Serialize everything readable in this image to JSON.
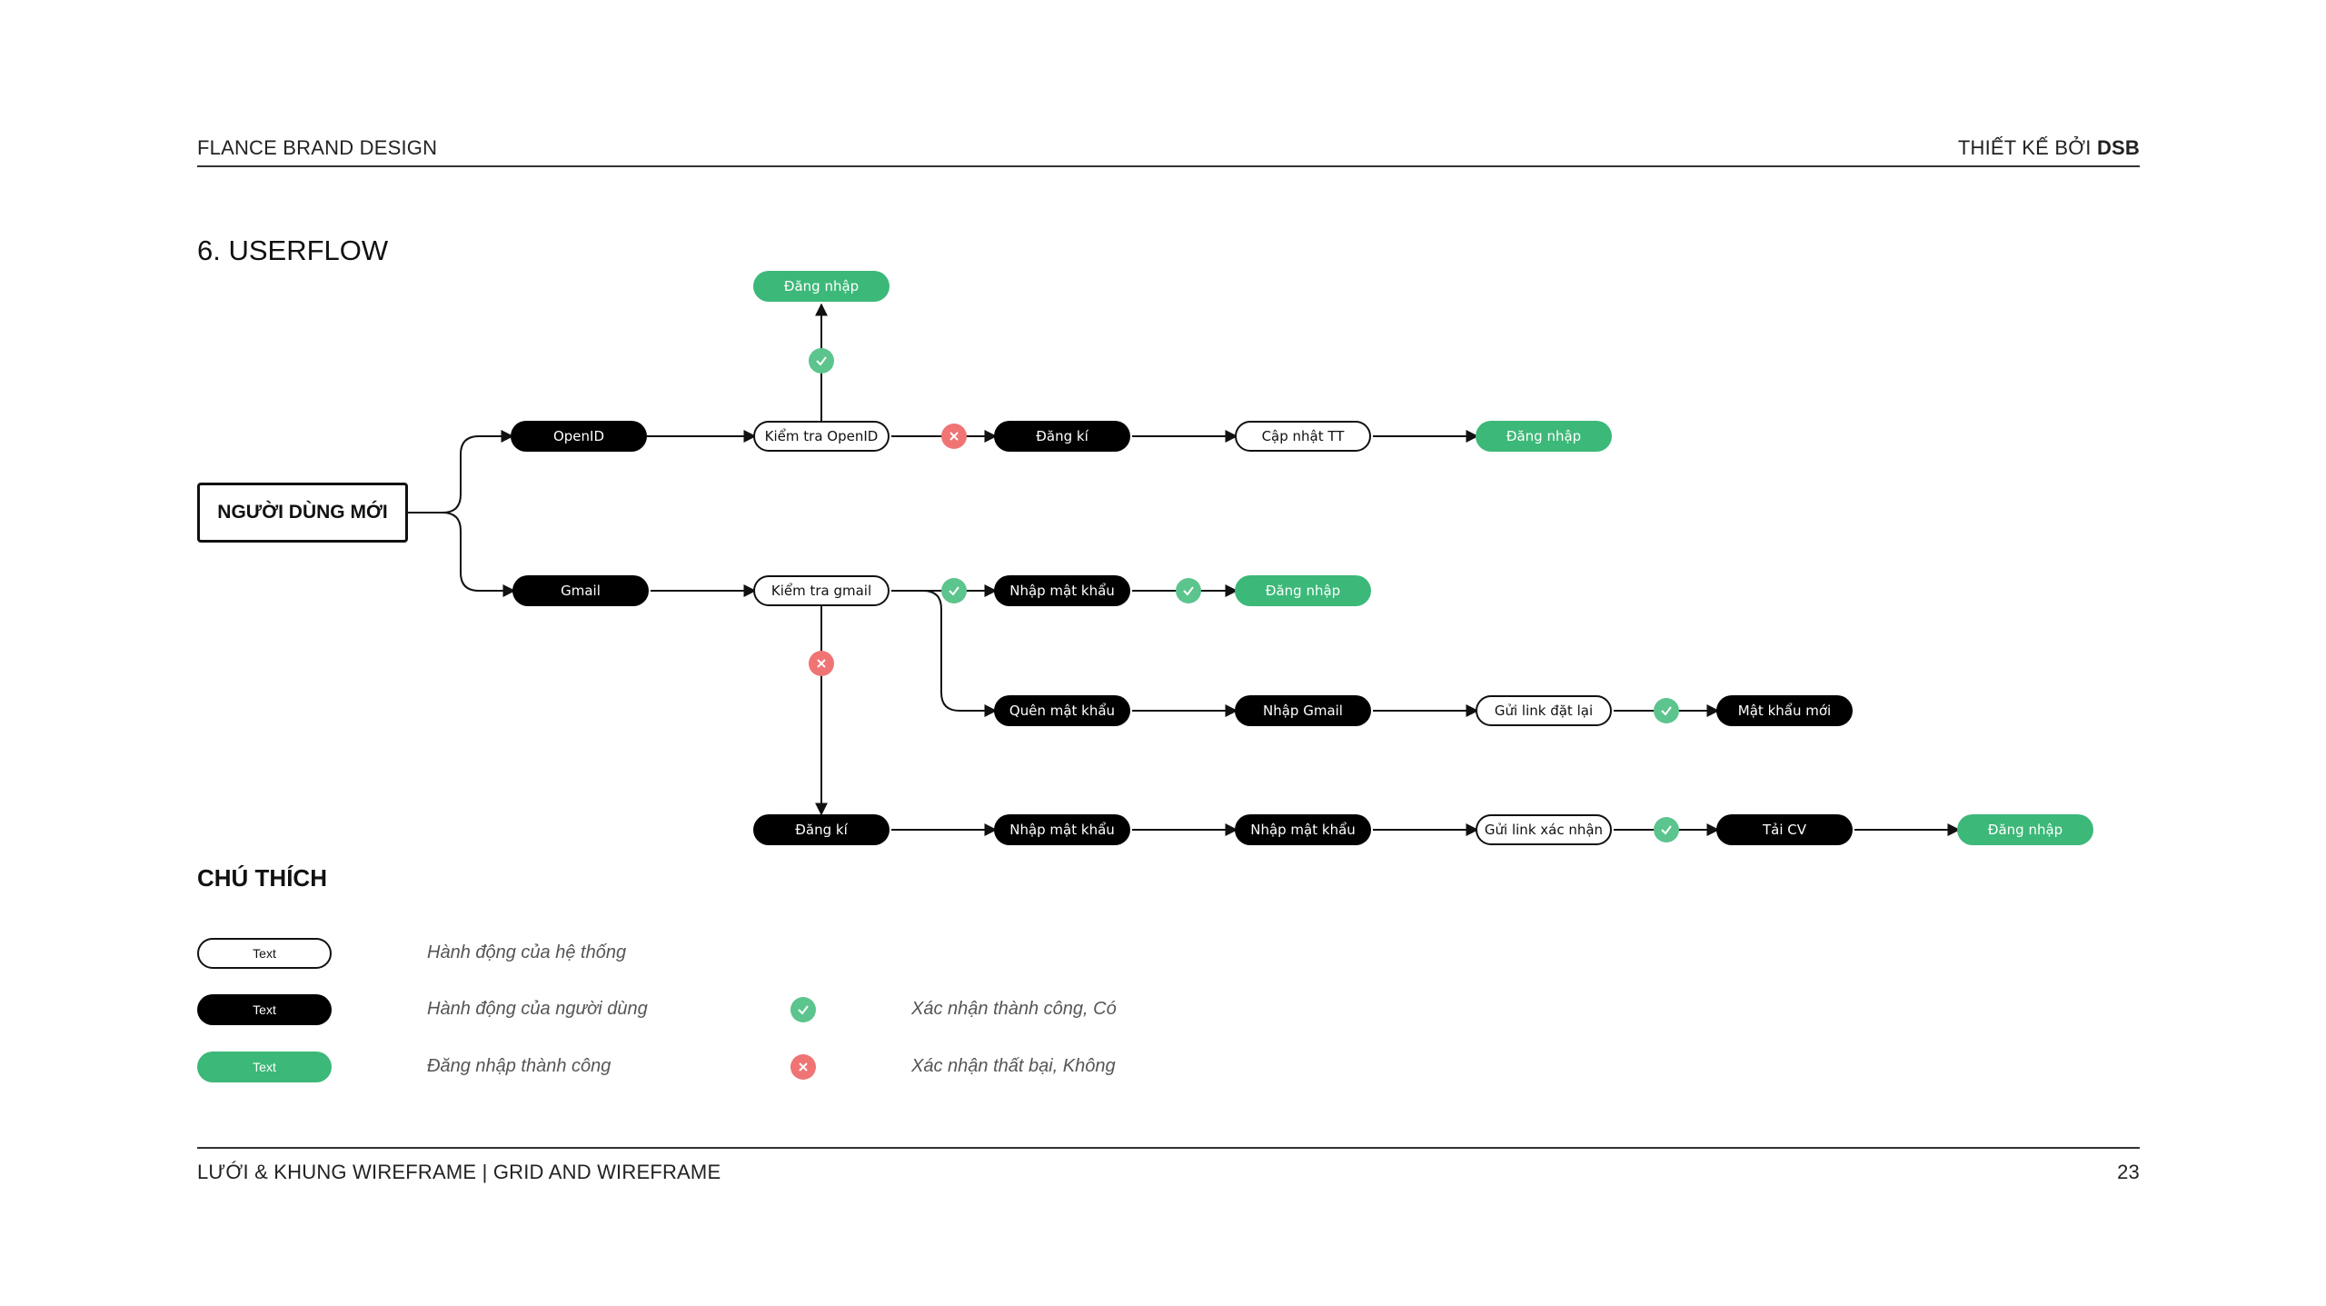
{
  "header": {
    "left": "FLANCE BRAND DESIGN",
    "right_prefix": "THIẾT KẾ BỞI ",
    "right_bold": "DSB"
  },
  "section_title": "6. USERFLOW",
  "root": "NGƯỜI DÙNG MỚI",
  "nodes": {
    "login_top": "Đăng nhập",
    "openid": "OpenID",
    "check_openid": "Kiểm tra OpenID",
    "register_1": "Đăng kí",
    "update_info": "Cập nhật TT",
    "login_row1": "Đăng nhập",
    "gmail": "Gmail",
    "check_gmail": "Kiểm tra gmail",
    "enter_password_1": "Nhập mật khẩu",
    "login_row2": "Đăng nhập",
    "forgot_password": "Quên mật khẩu",
    "enter_gmail": "Nhập Gmail",
    "send_reset_link": "Gửi link đặt lại",
    "new_password": "Mật khẩu mới",
    "register_2": "Đăng kí",
    "enter_password_2": "Nhập mật khẩu",
    "enter_password_3": "Nhập mật khẩu",
    "send_confirm_link": "Gửi link xác nhận",
    "upload_cv": "Tải CV",
    "login_row4": "Đăng nhập"
  },
  "legend": {
    "title": "CHÚ THÍCH",
    "pill_text": "Text",
    "system_action": "Hành động của hệ thống",
    "user_action": "Hành động của người dùng",
    "login_success": "Đăng nhập thành công",
    "confirm_success": "Xác nhận thành công, Có",
    "confirm_fail": "Xác nhận thất bại, Không"
  },
  "footer": {
    "left": "LƯỚI & KHUNG WIREFRAME | GRID AND WIREFRAME",
    "page_number": "23"
  },
  "colors": {
    "success_green": "#3cb878",
    "check_green": "#5cc48d",
    "fail_red": "#f07474",
    "user_black": "#000000"
  },
  "icons": {
    "success": "check-icon",
    "fail": "cross-icon"
  }
}
